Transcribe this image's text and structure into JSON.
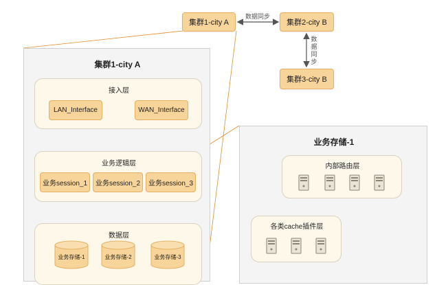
{
  "clusters": {
    "city_a": "集群1-city A",
    "city_b2": "集群2-city B",
    "city_b3": "集群3-city B"
  },
  "sync": {
    "horizontal": "数据同步",
    "vertical": [
      "数",
      "据",
      "同",
      "步"
    ]
  },
  "left_panel": {
    "title": "集群1-city A",
    "access_layer": {
      "title": "接入层",
      "items": [
        "LAN_Interface",
        "WAN_Interface"
      ]
    },
    "logic_layer": {
      "title": "业务逻辑层",
      "items": [
        "业务session_1",
        "业务session_2",
        "业务session_3"
      ]
    },
    "data_layer": {
      "title": "数据层",
      "items": [
        "业务存储-1",
        "业务存储-2",
        "业务存储-3"
      ]
    }
  },
  "right_panel": {
    "title": "业务存储-1",
    "routing_layer": {
      "title": "内部路由层"
    },
    "cache_layer": {
      "title": "各类cache插件层"
    }
  },
  "colors": {
    "node_fill": "#f7d49a",
    "node_border": "#e5b062",
    "arrow": "#e58a2a",
    "panel_bg": "#f4f4f4",
    "layer_bg": "#fdf8ea"
  },
  "icons": [
    "server-icon",
    "database-icon",
    "double-arrow-icon"
  ]
}
